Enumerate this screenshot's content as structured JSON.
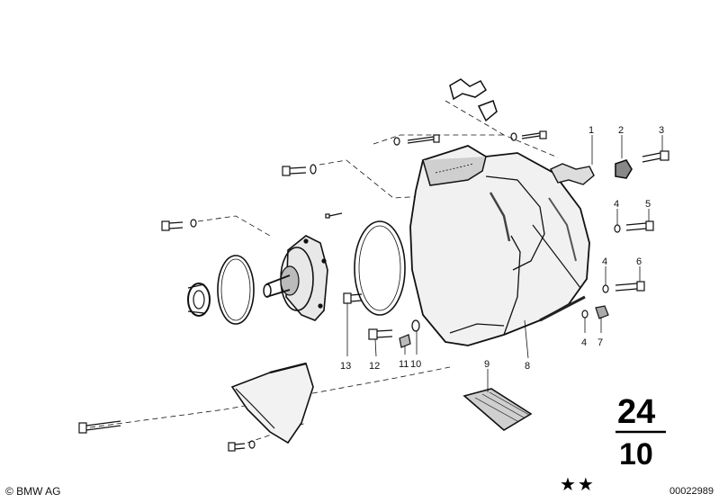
{
  "callouts": [
    {
      "id": "c1",
      "label": "1"
    },
    {
      "id": "c2",
      "label": "2"
    },
    {
      "id": "c3",
      "label": "3"
    },
    {
      "id": "c4a",
      "label": "4"
    },
    {
      "id": "c5",
      "label": "5"
    },
    {
      "id": "c4b",
      "label": "4"
    },
    {
      "id": "c6",
      "label": "6"
    },
    {
      "id": "c4c",
      "label": "4"
    },
    {
      "id": "c7",
      "label": "7"
    },
    {
      "id": "c8",
      "label": "8"
    },
    {
      "id": "c9",
      "label": "9"
    },
    {
      "id": "c10",
      "label": "10"
    },
    {
      "id": "c11",
      "label": "11"
    },
    {
      "id": "c12",
      "label": "12"
    },
    {
      "id": "c13",
      "label": "13"
    }
  ],
  "group": {
    "main": "24",
    "sub": "10"
  },
  "footer": {
    "copyright": "© BMW AG",
    "stars": "★★",
    "diagram_id": "00022989"
  }
}
